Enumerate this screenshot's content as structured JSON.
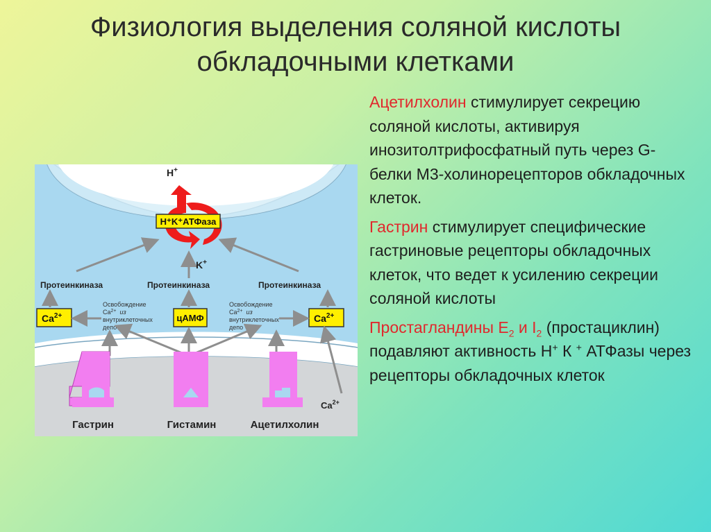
{
  "title": {
    "line1": "Физиология выделения соляной кислоты",
    "line2": "обкладочными клетками"
  },
  "diagram": {
    "hplus_base": "H",
    "hplus_sup": "+",
    "pump_label": "H⁺K⁺АТФаза",
    "kplus_base": "K",
    "kplus_sup": "+",
    "proteinkinase_left": "Протеинкиназа",
    "proteinkinase_center": "Протеинкиназа",
    "proteinkinase_right": "Протеинкиназа",
    "ca_left_base": "Ca",
    "ca_left_sup": "2+",
    "camp": "цАМФ",
    "ca_right_base": "Ca",
    "ca_right_sup": "2+",
    "release_left": [
      "Освобождение",
      "Ca",
      "2+",
      "из",
      "внутриклеточных",
      "депо"
    ],
    "release_right": [
      "Освобождение",
      "Ca",
      "2+",
      "из",
      "внутриклеточных",
      "депо"
    ],
    "ca_outside_base": "Ca",
    "ca_outside_sup": "2+",
    "receptor_gastrin": "Гастрин",
    "receptor_histamine": "Гистамин",
    "receptor_acetylcholine": "Ацетилхолин",
    "colors": {
      "cytoplasm": "#a9d8f0",
      "lumen": "#ffffff",
      "membrane": "#d3d6d8",
      "receptor": "#f27ef0",
      "pump_arrow": "#ee1c1c",
      "box_fill": "#ffef00",
      "arrow_gray": "#8e8e8e"
    }
  },
  "text": {
    "p1": {
      "highlight": "Ацетилхолин",
      "rest": " стимулирует секрецию соляной кислоты, активируя инозитолтрифосфатный путь через G-белки М3-холинорецепторов обкладочных клеток."
    },
    "p2": {
      "highlight": "Гастрин",
      "rest": " стимулирует специфические гастриновые рецепторы обкладочных клеток, что ведет к усилению секреции соляной кислоты"
    },
    "p3": {
      "highlight_a": "Простагландины Е",
      "sub_a": "2",
      "highlight_b": " и I",
      "sub_b": "2",
      "rest_a": " (простациклин)  подавляют активность Н",
      "sup_h": "+",
      "rest_b": " К ",
      "sup_k": "+",
      "rest_c": " АТФазы через рецепторы обкладочных клеток"
    }
  }
}
